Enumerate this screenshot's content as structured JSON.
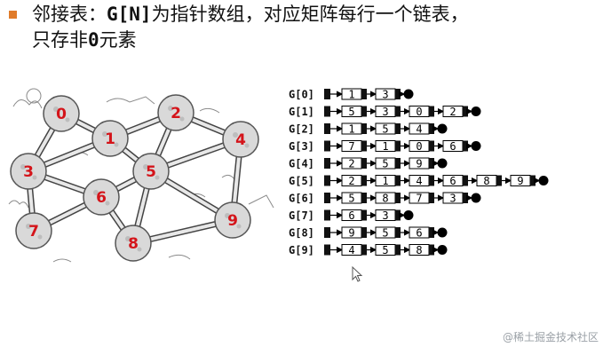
{
  "heading": {
    "line1_pre": "邻接表：",
    "line1_code": "G[N]",
    "line1_post": "为指针数组，对应矩阵每行一个链表，",
    "line2_pre": "只存非",
    "line2_code": "0",
    "line2_post": "元素"
  },
  "graph": {
    "nodes": [
      "0",
      "1",
      "2",
      "3",
      "4",
      "5",
      "6",
      "7",
      "8",
      "9"
    ],
    "edges": [
      [
        0,
        1
      ],
      [
        0,
        3
      ],
      [
        1,
        2
      ],
      [
        1,
        3
      ],
      [
        1,
        5
      ],
      [
        2,
        4
      ],
      [
        2,
        5
      ],
      [
        4,
        5
      ],
      [
        4,
        9
      ],
      [
        5,
        6
      ],
      [
        5,
        8
      ],
      [
        5,
        9
      ],
      [
        3,
        6
      ],
      [
        3,
        7
      ],
      [
        6,
        7
      ],
      [
        6,
        8
      ],
      [
        8,
        9
      ]
    ],
    "node_label_color": "#d4141a"
  },
  "adjacency_list": [
    {
      "head": "G[0]",
      "items": [
        "1",
        "3"
      ]
    },
    {
      "head": "G[1]",
      "items": [
        "5",
        "3",
        "0",
        "2"
      ]
    },
    {
      "head": "G[2]",
      "items": [
        "1",
        "5",
        "4"
      ]
    },
    {
      "head": "G[3]",
      "items": [
        "7",
        "1",
        "0",
        "6"
      ]
    },
    {
      "head": "G[4]",
      "items": [
        "2",
        "5",
        "9"
      ]
    },
    {
      "head": "G[5]",
      "items": [
        "2",
        "1",
        "4",
        "6",
        "8",
        "9"
      ]
    },
    {
      "head": "G[6]",
      "items": [
        "5",
        "8",
        "7",
        "3"
      ]
    },
    {
      "head": "G[7]",
      "items": [
        "6",
        "3"
      ]
    },
    {
      "head": "G[8]",
      "items": [
        "9",
        "5",
        "6"
      ]
    },
    {
      "head": "G[9]",
      "items": [
        "4",
        "5",
        "8"
      ]
    }
  ],
  "watermark": "@稀土掘金技术社区"
}
